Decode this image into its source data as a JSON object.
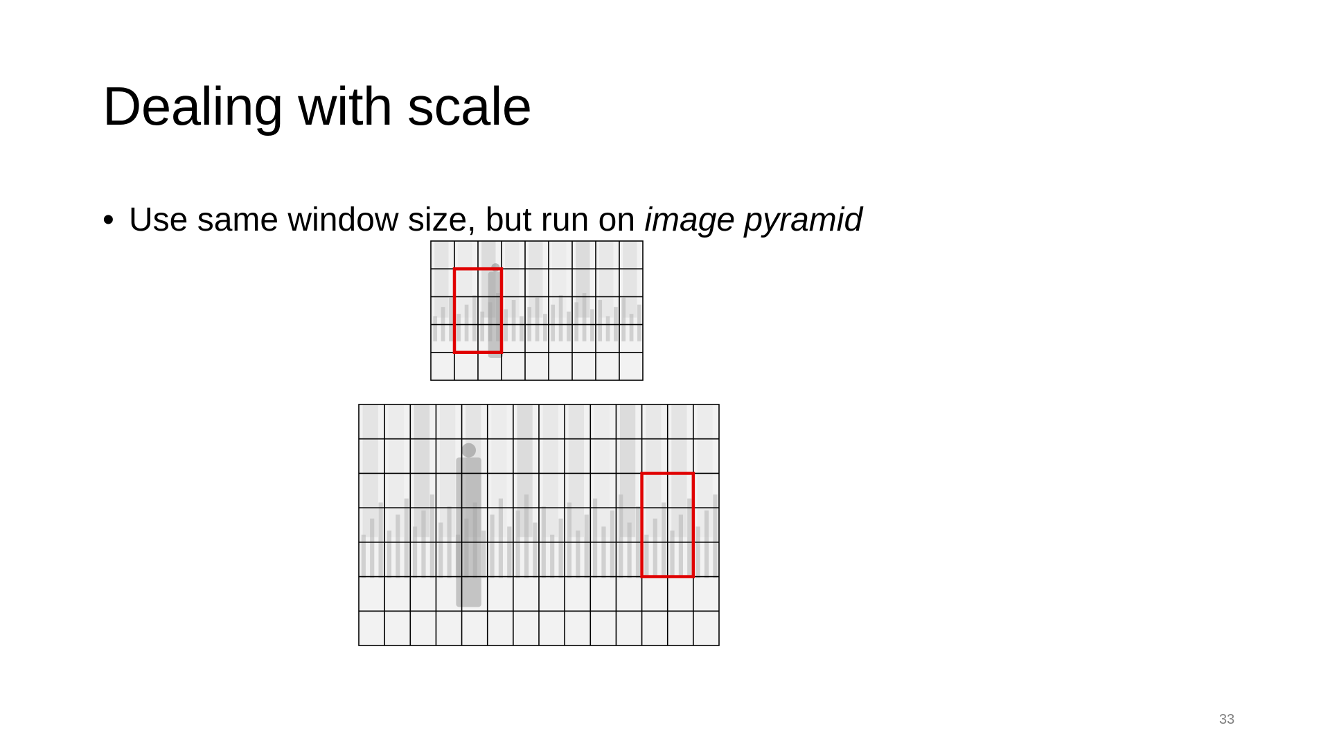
{
  "slide": {
    "title": "Dealing with scale",
    "bullet": {
      "marker": "•",
      "text_plain": "Use same window size, but run on ",
      "text_emphasis": "image pyramid"
    },
    "page_number": "33"
  },
  "pyramid": {
    "levels": [
      {
        "name": "small",
        "columns": 9,
        "rows": 5,
        "detection_window": {
          "col": 1,
          "row": 1,
          "cols": 2,
          "rows": 3
        }
      },
      {
        "name": "large",
        "columns": 14,
        "rows": 7,
        "detection_window": {
          "col": 11,
          "row": 2,
          "cols": 2,
          "rows": 3
        }
      }
    ],
    "grid_color": "#000000",
    "window_color": "#e00000"
  }
}
